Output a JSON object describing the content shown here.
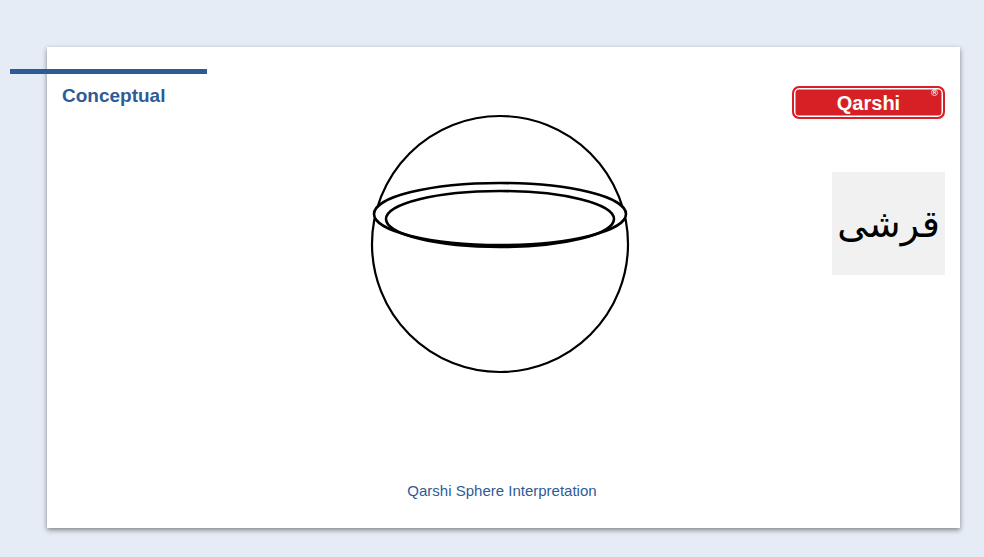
{
  "diagram": {
    "title": "Conceptual",
    "caption": "Qarshi Sphere Interpretation",
    "nodes": [
      {
        "text": [
          "Qarshi",
          "®"
        ]
      },
      {
        "text": [
          "قرشی"
        ]
      }
    ]
  }
}
